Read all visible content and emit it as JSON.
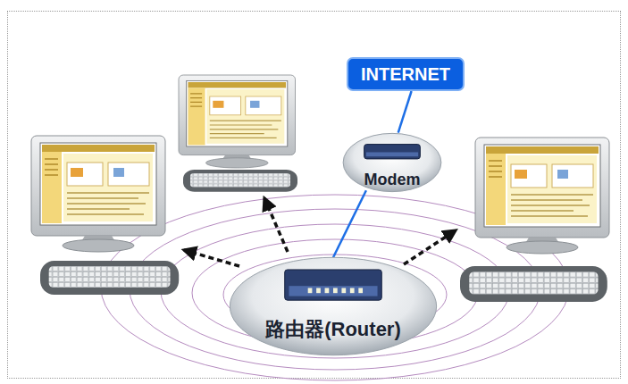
{
  "diagram": {
    "nodes": [
      {
        "text": [
          "INTERNET"
        ]
      },
      {
        "text": [
          "Modem"
        ]
      },
      {
        "text": [
          "路由器(Router)"
        ]
      }
    ],
    "edges": [
      {
        "from": 0,
        "to": 1,
        "arrow": "none"
      },
      {
        "from": 1,
        "to": 2,
        "arrow": "none"
      }
    ]
  }
}
